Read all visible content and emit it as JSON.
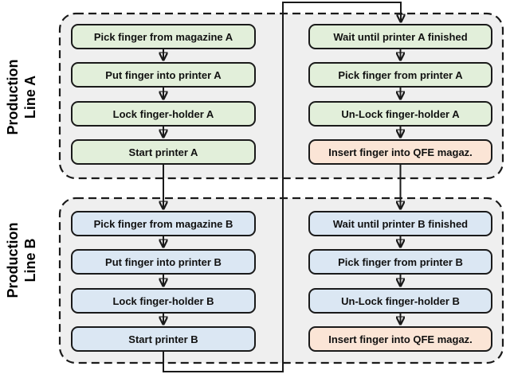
{
  "colors": {
    "step_green": "#e2efda",
    "step_blue": "#dbe7f3",
    "step_orange": "#fbe5d6",
    "region_fill": "#efefef",
    "line": "#1a1a1a"
  },
  "flow": {
    "line_a": {
      "label_line1": "Production",
      "label_line2": "Line A",
      "left": [
        "Pick finger from magazine A",
        "Put finger into printer A",
        "Lock finger-holder A",
        "Start printer A"
      ],
      "right": [
        "Wait until printer A finished",
        "Pick finger from printer A",
        "Un-Lock finger-holder A",
        "Insert finger into QFE magaz."
      ]
    },
    "line_b": {
      "label_line1": "Production",
      "label_line2": "Line B",
      "left": [
        "Pick finger from magazine B",
        "Put finger into printer B",
        "Lock finger-holder B",
        "Start printer B"
      ],
      "right": [
        "Wait until printer B finished",
        "Pick finger from printer B",
        "Un-Lock finger-holder B",
        "Insert finger into QFE magaz."
      ]
    }
  }
}
